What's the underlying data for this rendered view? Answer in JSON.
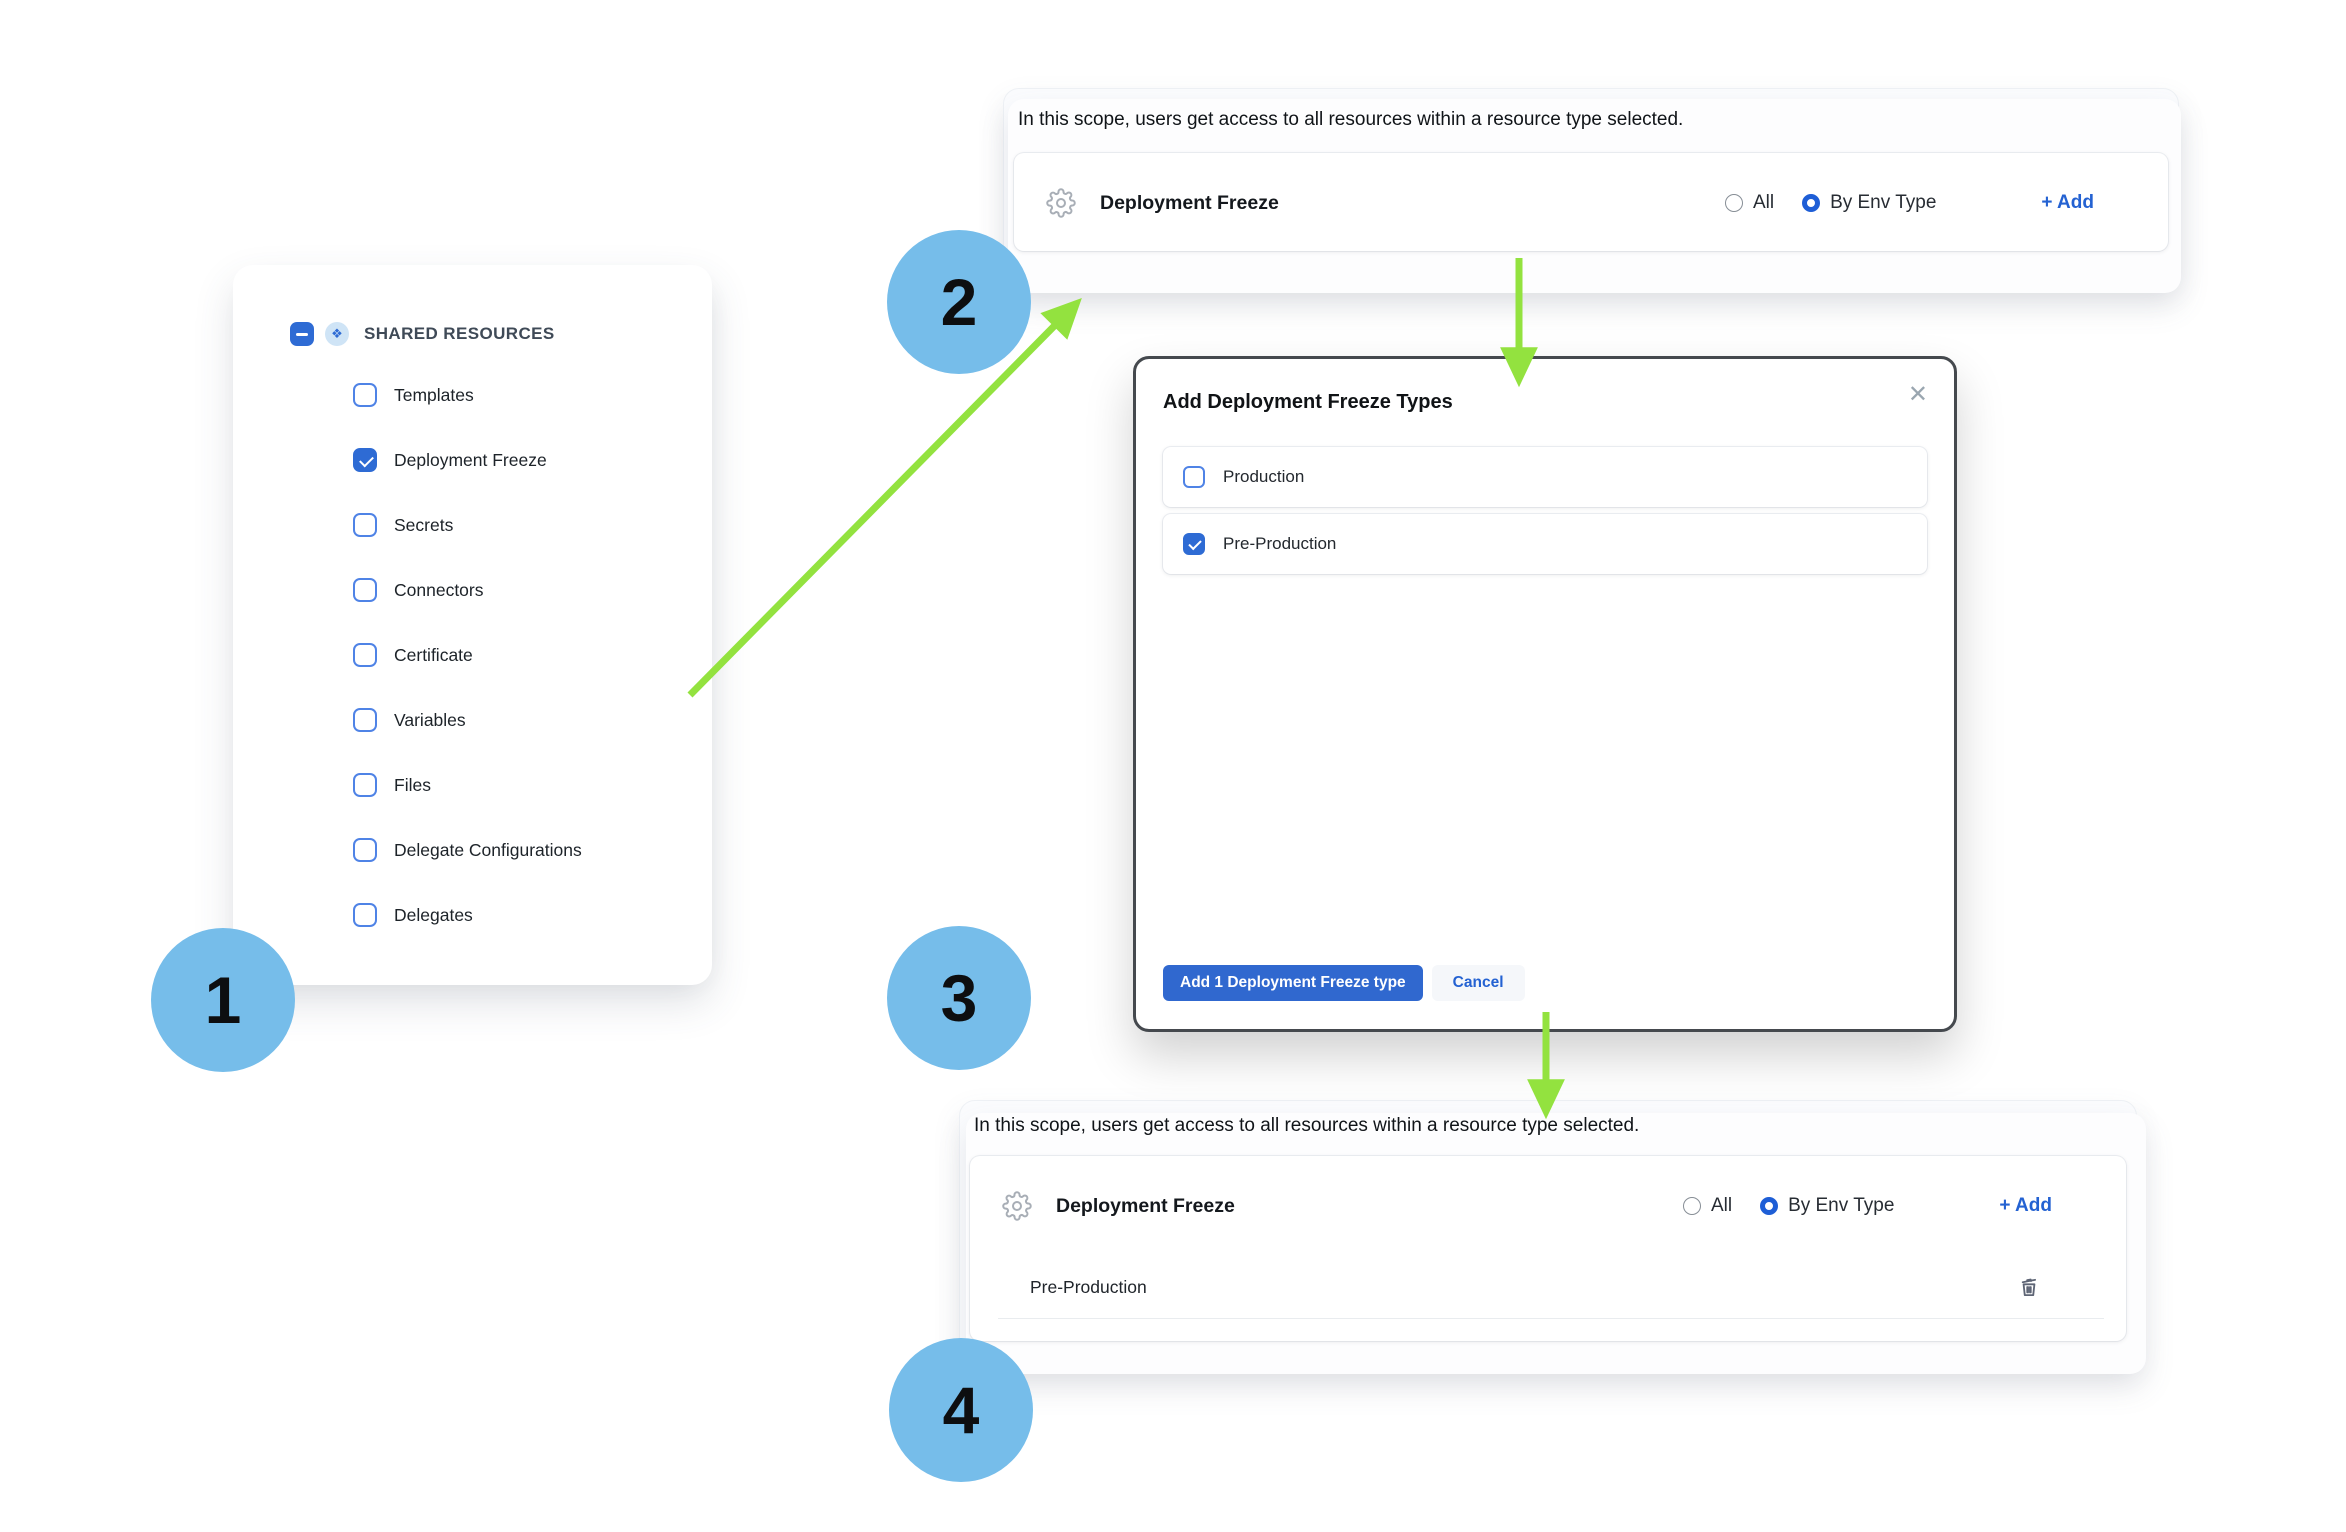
{
  "colors": {
    "primary-blue": "#2e6bd4",
    "link-blue": "#2462d2",
    "circle-blue": "#76bdea",
    "arrow-green": "#93e23f",
    "modal-border": "#45494e"
  },
  "icons": {
    "shared_resources": "❖",
    "close": "✕"
  },
  "annotations": {
    "steps": [
      "1",
      "2",
      "3",
      "4"
    ]
  },
  "resources_panel": {
    "header": "SHARED RESOURCES",
    "items": [
      {
        "label": "Templates",
        "checked": false
      },
      {
        "label": "Deployment Freeze",
        "checked": true
      },
      {
        "label": "Secrets",
        "checked": false
      },
      {
        "label": "Connectors",
        "checked": false
      },
      {
        "label": "Certificate",
        "checked": false
      },
      {
        "label": "Variables",
        "checked": false
      },
      {
        "label": "Files",
        "checked": false
      },
      {
        "label": "Delegate Configurations",
        "checked": false
      },
      {
        "label": "Delegates",
        "checked": false
      }
    ]
  },
  "scope_top": {
    "description": "In this scope, users get access to all resources within a resource type selected.",
    "resource_name": "Deployment Freeze",
    "options": [
      {
        "label": "All",
        "selected": false
      },
      {
        "label": "By Env Type",
        "selected": true
      }
    ],
    "add_label": "+ Add"
  },
  "modal": {
    "title": "Add Deployment Freeze Types",
    "options": [
      {
        "label": "Production",
        "checked": false
      },
      {
        "label": "Pre-Production",
        "checked": true
      }
    ],
    "primary_button": "Add 1 Deployment Freeze type",
    "cancel_button": "Cancel"
  },
  "scope_bottom": {
    "description": "In this scope, users get access to all resources within a resource type selected.",
    "resource_name": "Deployment Freeze",
    "options": [
      {
        "label": "All",
        "selected": false
      },
      {
        "label": "By Env Type",
        "selected": true
      }
    ],
    "add_label": "+ Add",
    "types": [
      {
        "label": "Pre-Production"
      }
    ]
  }
}
